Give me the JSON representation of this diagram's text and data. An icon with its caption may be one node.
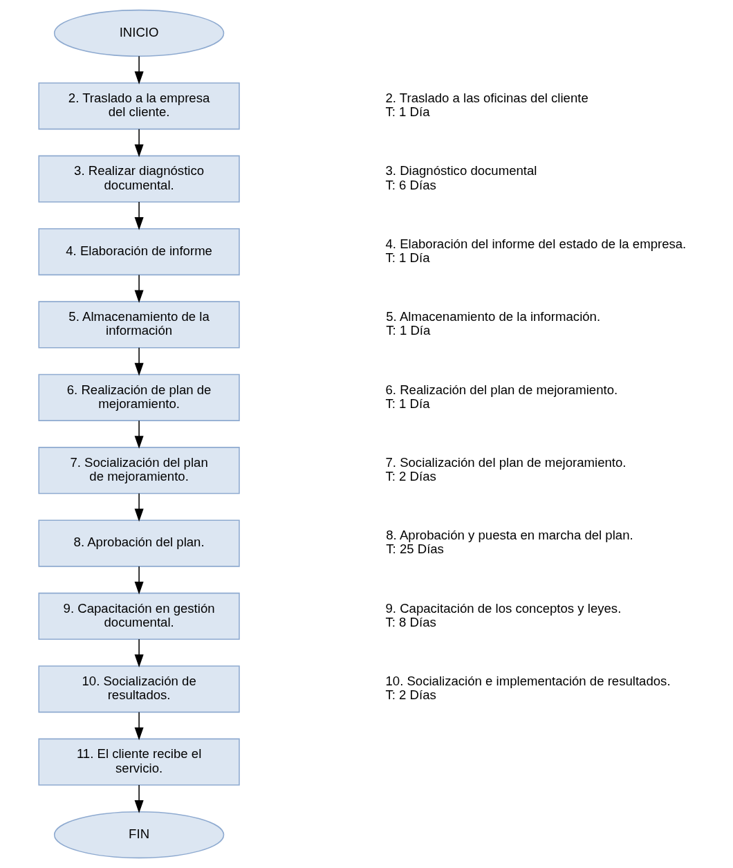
{
  "diagram": {
    "nodes": [
      {
        "text": [
          "INICIO"
        ]
      },
      {
        "text": [
          "2. Traslado a la empresa del cliente."
        ],
        "beside": [
          "2. Traslado a las oficinas del cliente",
          "T: 1 Día"
        ]
      },
      {
        "text": [
          "3. Realizar diagnóstico documental."
        ],
        "beside": [
          "3. Diagnóstico documental",
          "T: 6 Días"
        ]
      },
      {
        "text": [
          "4. Elaboración de informe"
        ],
        "beside": [
          "4. Elaboración del informe del estado de la empresa.",
          "T: 1 Día"
        ]
      },
      {
        "text": [
          "5. Almacenamiento de la información"
        ],
        "beside": [
          "5. Almacenamiento de la información.",
          "T: 1 Día"
        ]
      },
      {
        "text": [
          "6. Realización de plan de mejoramiento."
        ],
        "beside": [
          "6. Realización del plan de mejoramiento.",
          "T: 1 Día"
        ]
      },
      {
        "text": [
          "7. Socialización del plan de mejoramiento."
        ],
        "beside": [
          "7. Socialización del plan de mejoramiento.",
          "T: 2 Días"
        ]
      },
      {
        "text": [
          "8. Aprobación del plan."
        ],
        "beside": [
          "8. Aprobación y puesta en marcha del plan.",
          "T: 25 Días"
        ]
      },
      {
        "text": [
          "9. Capacitación en gestión documental."
        ],
        "beside": [
          "9. Capacitación de los conceptos y leyes.",
          "T: 8 Días"
        ]
      },
      {
        "text": [
          "10. Socialización de resultados."
        ],
        "beside": [
          "10. Socialización e implementación de resultados.",
          "T: 2 Días"
        ]
      },
      {
        "text": [
          "11. El cliente recibe el servicio."
        ]
      },
      {
        "text": [
          "FIN"
        ]
      }
    ],
    "edges": [
      {
        "from": 0,
        "to": 1,
        "arrow": "to"
      },
      {
        "from": 1,
        "to": 2,
        "arrow": "to"
      },
      {
        "from": 2,
        "to": 3,
        "arrow": "to"
      },
      {
        "from": 3,
        "to": 4,
        "arrow": "to"
      },
      {
        "from": 4,
        "to": 5,
        "arrow": "to"
      },
      {
        "from": 5,
        "to": 6,
        "arrow": "to"
      },
      {
        "from": 6,
        "to": 7,
        "arrow": "to"
      },
      {
        "from": 7,
        "to": 8,
        "arrow": "to"
      },
      {
        "from": 8,
        "to": 9,
        "arrow": "to"
      },
      {
        "from": 9,
        "to": 10,
        "arrow": "to"
      },
      {
        "from": 10,
        "to": 11,
        "arrow": "to"
      }
    ]
  }
}
